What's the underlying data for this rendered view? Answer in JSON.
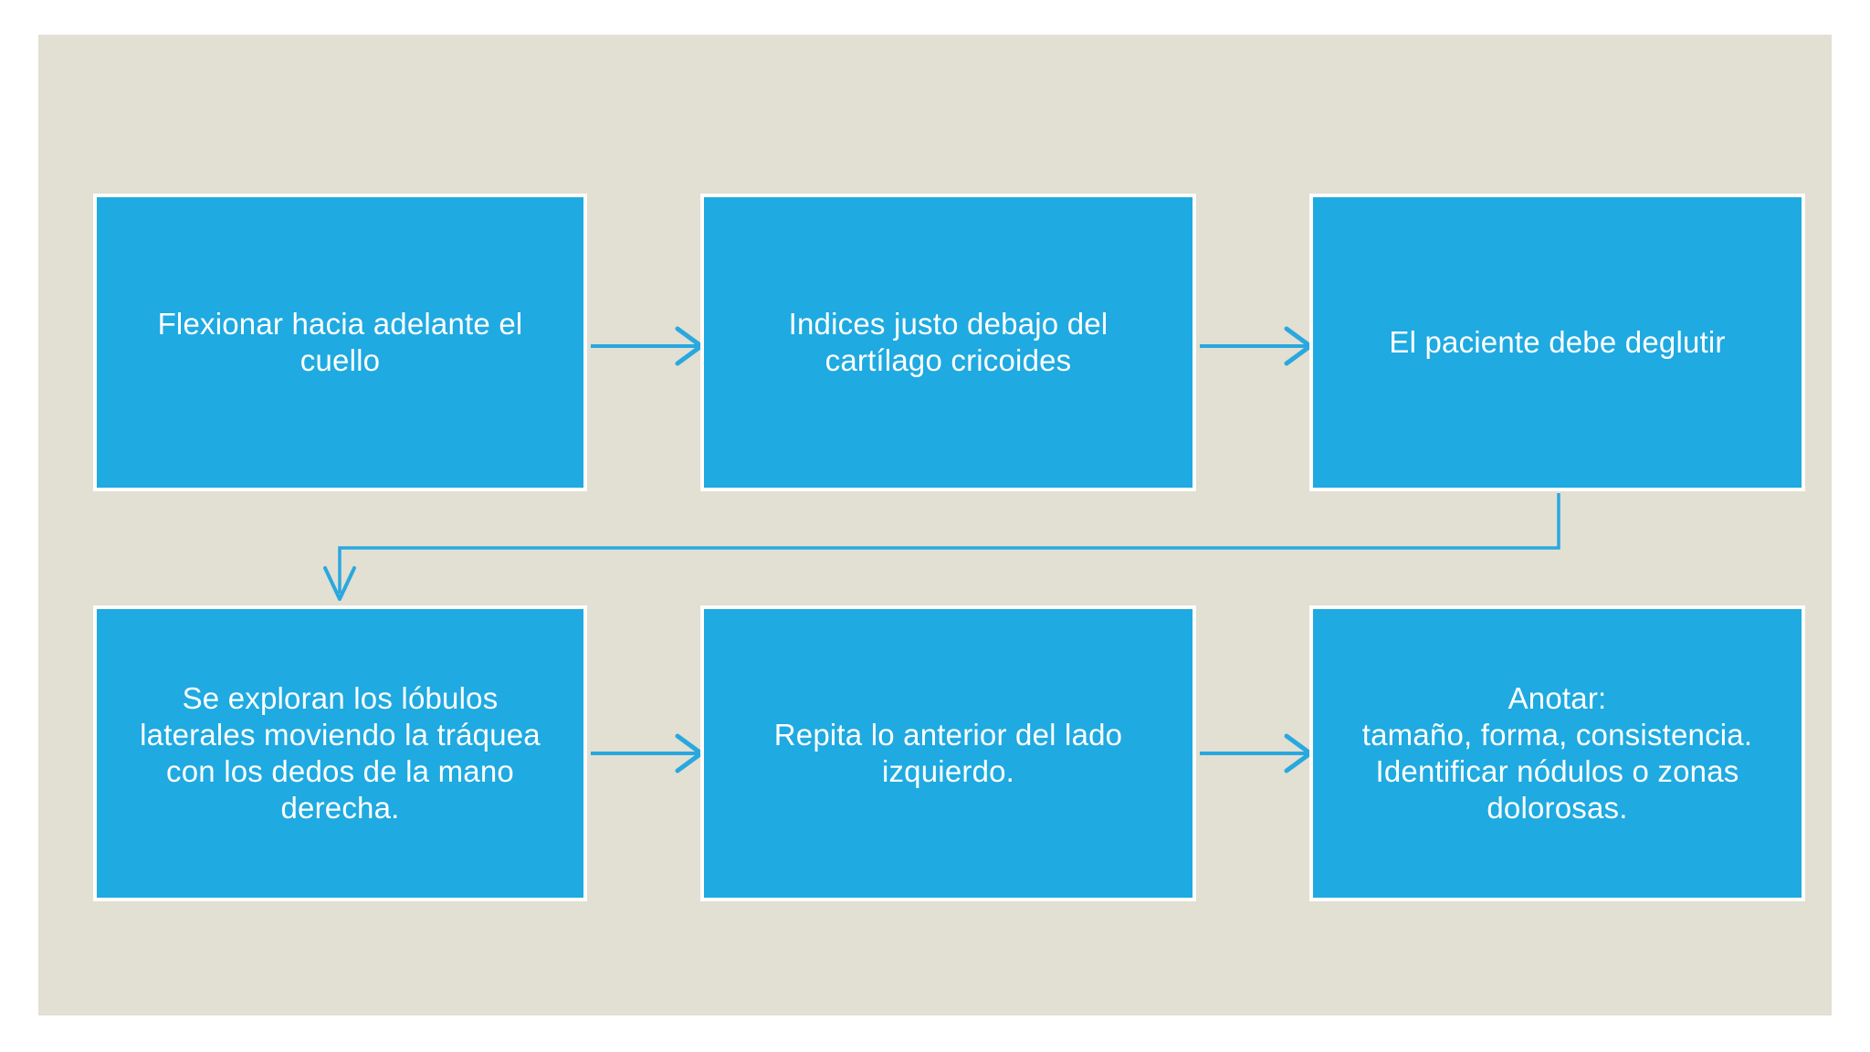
{
  "slide": {
    "page_background": "#ffffff",
    "canvas_background": "#e2dfd3",
    "node_fill": "#1faae1",
    "node_border": "#fdfdfb",
    "text_color": "#ffffff",
    "connector_color": "#29a8df"
  },
  "diagram": {
    "type": "flowchart",
    "title": "",
    "direction": "left-to-right, wrapping to second row",
    "nodes": [
      {
        "id": "node-1",
        "order": 1,
        "text": "Flexionar hacia adelante el\ncuello",
        "row": 1,
        "column": 1
      },
      {
        "id": "node-2",
        "order": 2,
        "text": "Indices justo debajo del\ncartílago cricoides",
        "row": 1,
        "column": 2
      },
      {
        "id": "node-3",
        "order": 3,
        "text": "El paciente debe deglutir",
        "row": 1,
        "column": 3
      },
      {
        "id": "node-4",
        "order": 4,
        "text": "Se exploran los lóbulos\nlaterales moviendo la tráquea\ncon los dedos de la mano\nderecha.",
        "row": 2,
        "column": 1
      },
      {
        "id": "node-5",
        "order": 5,
        "text": "Repita lo anterior del lado\nizquierdo.",
        "row": 2,
        "column": 2
      },
      {
        "id": "node-6",
        "order": 6,
        "text": "Anotar:\ntamaño, forma, consistencia.\nIdentificar nódulos o zonas\ndolorosas.",
        "row": 2,
        "column": 3
      }
    ],
    "edges": [
      {
        "id": "edge-1-2",
        "from": "node-1",
        "to": "node-2",
        "style": "straight-arrow-right"
      },
      {
        "id": "edge-2-3",
        "from": "node-2",
        "to": "node-3",
        "style": "straight-arrow-right"
      },
      {
        "id": "edge-3-4",
        "from": "node-3",
        "to": "node-4",
        "style": "elbow-down-left-down"
      },
      {
        "id": "edge-4-5",
        "from": "node-4",
        "to": "node-5",
        "style": "straight-arrow-right"
      },
      {
        "id": "edge-5-6",
        "from": "node-5",
        "to": "node-6",
        "style": "straight-arrow-right"
      }
    ]
  }
}
